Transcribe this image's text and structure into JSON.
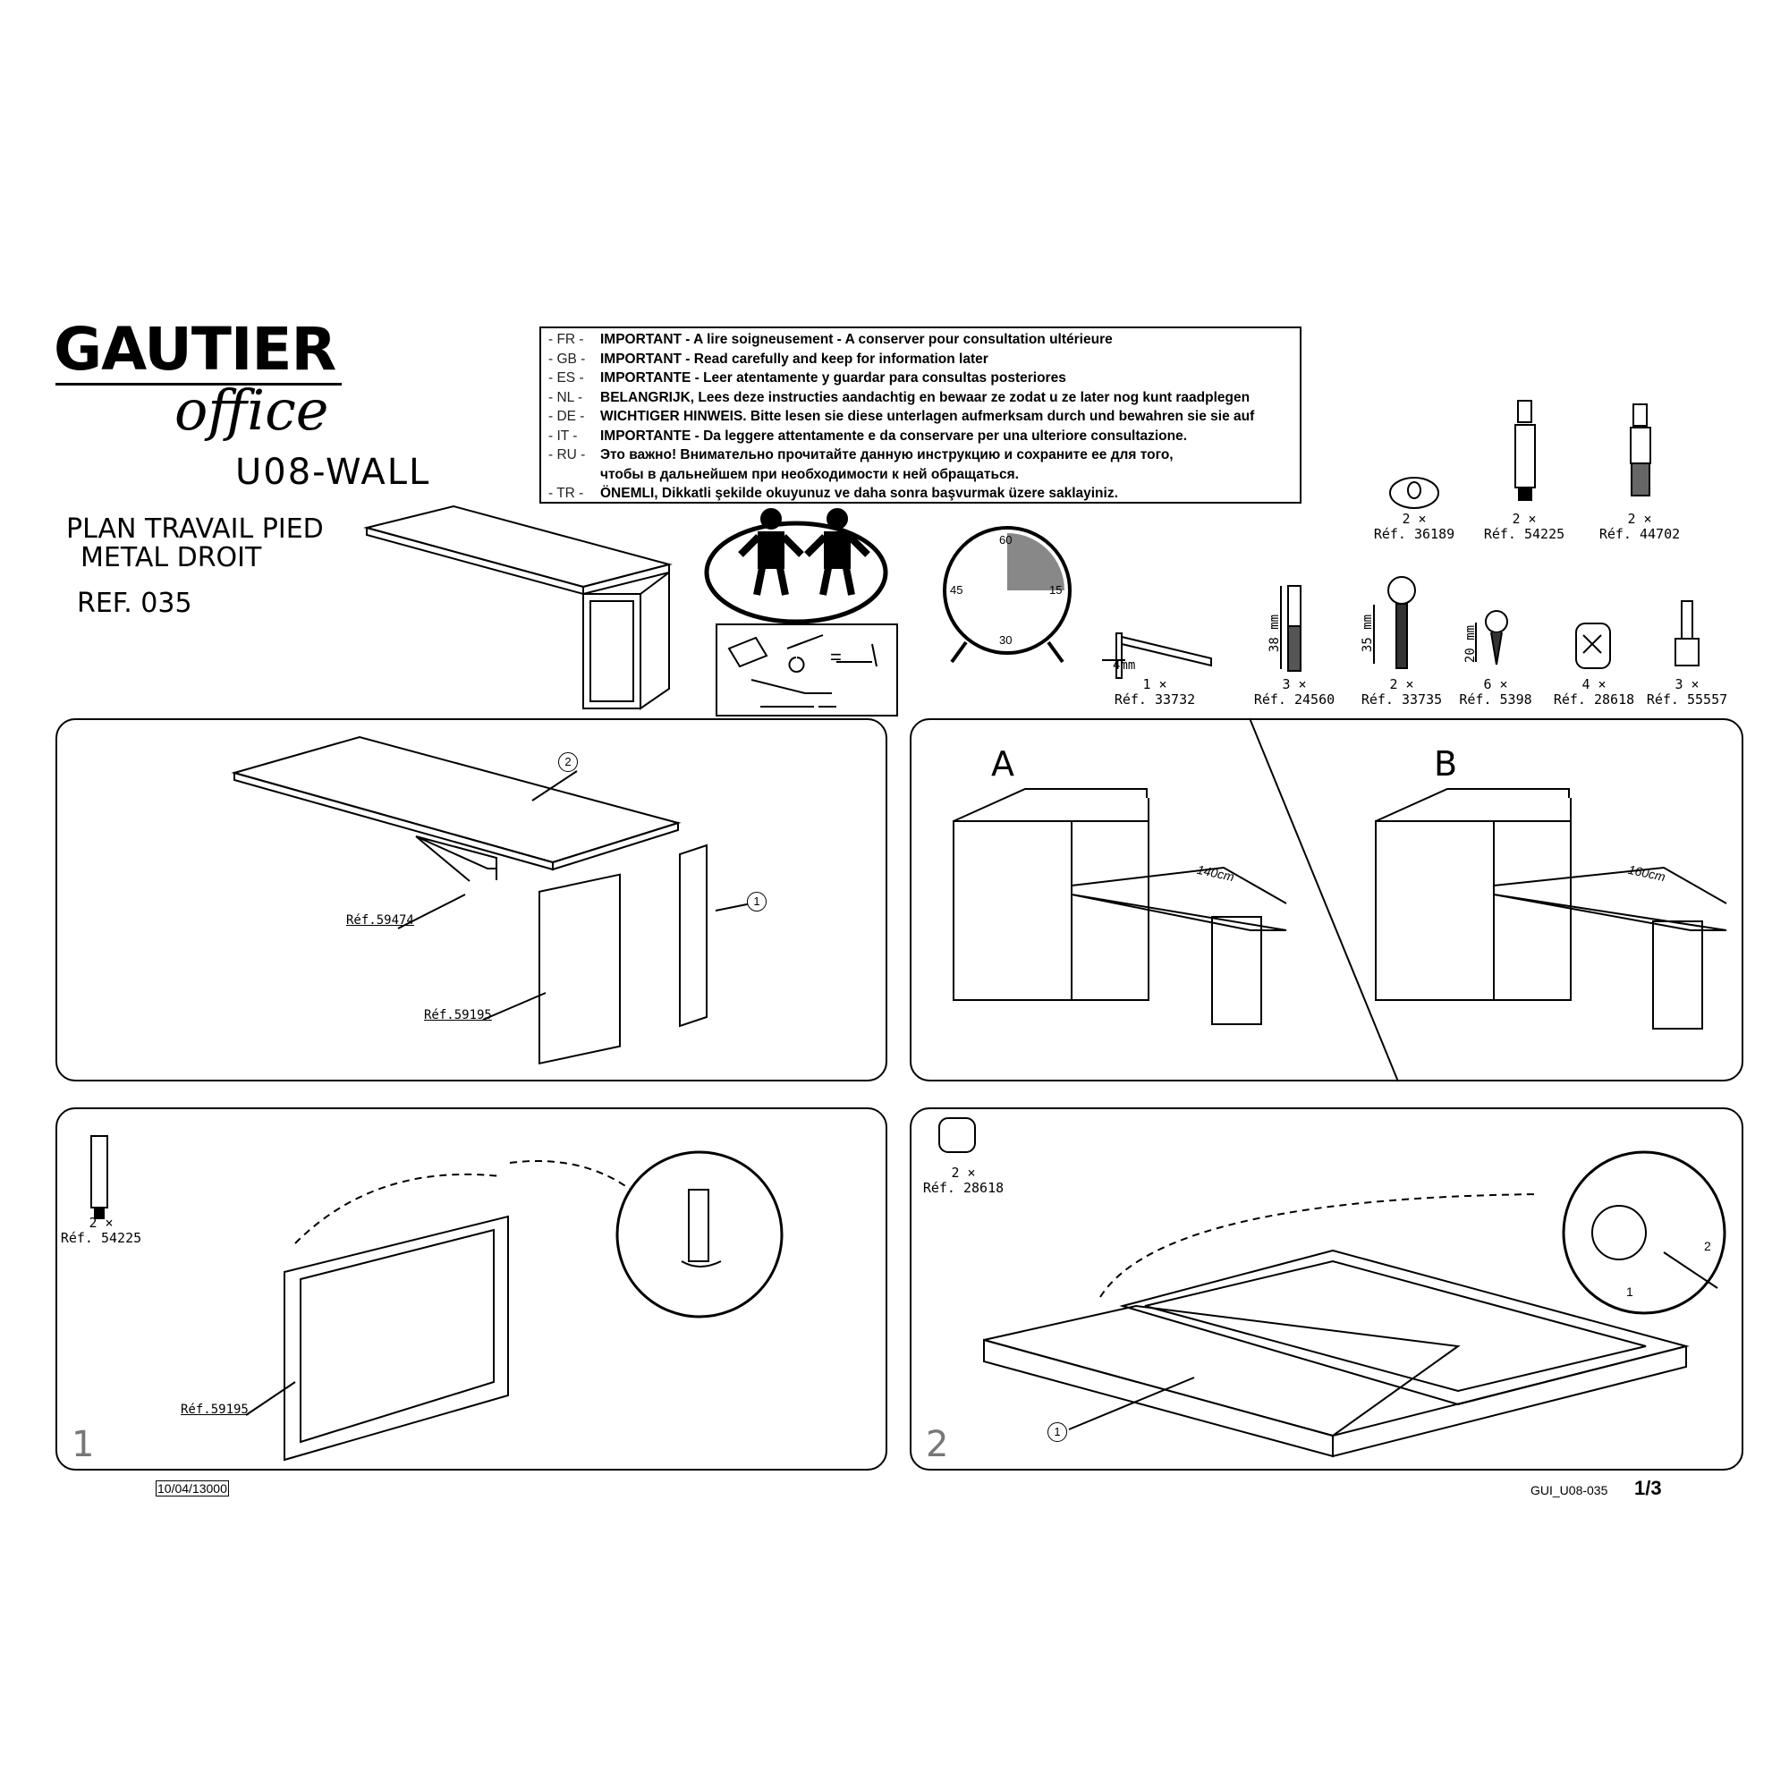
{
  "brand": {
    "name": "GAUTIER",
    "sub": "office",
    "model": "U08-WALL"
  },
  "product": {
    "line1": "PLAN TRAVAIL PIED",
    "line2": "METAL DROIT",
    "ref": "REF. 035"
  },
  "important": [
    {
      "code": "- FR -",
      "text": "IMPORTANT - A lire soigneusement - A conserver pour consultation ultérieure"
    },
    {
      "code": "- GB -",
      "text": "IMPORTANT - Read carefully and keep for information later"
    },
    {
      "code": "- ES -",
      "text": "IMPORTANTE - Leer atentamente y guardar para consultas posteriores"
    },
    {
      "code": "- NL -",
      "text": "BELANGRIJK, Lees deze instructies aandachtig en bewaar ze zodat u ze later nog kunt raadplegen"
    },
    {
      "code": "- DE -",
      "text": "WICHTIGER HINWEIS. Bitte lesen sie diese unterlagen aufmerksam durch und bewahren sie sie auf"
    },
    {
      "code": "-  IT -",
      "text": "IMPORTANTE - Da leggere attentamente e da conservare per una ulteriore consultazione."
    },
    {
      "code": "- RU -",
      "text": "Это важно! Внимательно прочитайте данную инструкцию и сохраните ее для того,"
    },
    {
      "code": "",
      "text": "чтобы в дальнейшем при необходимости к ней обращаться."
    },
    {
      "code": "- TR -",
      "text": "ÖNEMLI, Dikkatli şekilde okuyunuz ve daha sonra başvurmak üzere saklayiniz."
    }
  ],
  "clock": {
    "ticks": [
      "60",
      "15",
      "30",
      "45"
    ],
    "time_fraction": 0.25
  },
  "parts_top": [
    {
      "qty": "2 ×",
      "ref": "Réf. 36189"
    },
    {
      "qty": "2 ×",
      "ref": "Réf. 54225"
    },
    {
      "qty": "2 ×",
      "ref": "Réf. 44702"
    }
  ],
  "parts_bottom": [
    {
      "qty": "1 ×",
      "ref": "Réf. 33732",
      "dim": "4mm"
    },
    {
      "qty": "3 ×",
      "ref": "Réf. 24560",
      "dim": "38 mm"
    },
    {
      "qty": "2 ×",
      "ref": "Réf. 33735",
      "dim": "35 mm"
    },
    {
      "qty": "6 ×",
      "ref": "Réf. 5398",
      "dim": "20 mm"
    },
    {
      "qty": "4 ×",
      "ref": "Réf. 28618"
    },
    {
      "qty": "3 ×",
      "ref": "Réf. 55557"
    }
  ],
  "panel_overview": {
    "ref_bracket": "Réf.59474",
    "ref_frame": "Réf.59195",
    "part1": "1",
    "part2": "2"
  },
  "panel_options": {
    "a": "A",
    "b": "B",
    "a_len": "140cm",
    "b_len": "160cm"
  },
  "step1": {
    "number": "1",
    "qty": "2 ×",
    "ref": "Réf. 54225",
    "ref_frame": "Réf.59195"
  },
  "step2": {
    "number": "2",
    "qty": "2 ×",
    "ref": "Réf. 28618",
    "part": "1",
    "arrow1": "1",
    "arrow2": "2"
  },
  "footer": {
    "date": "10/04/13000",
    "doc": "GUI_U08-035",
    "page": "1/3"
  }
}
